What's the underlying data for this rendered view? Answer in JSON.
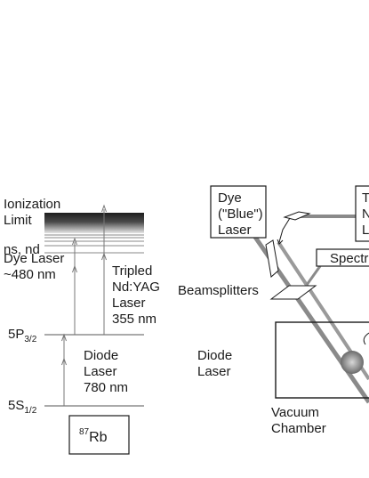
{
  "energy_diagram": {
    "ionization_limit": [
      "Ionization",
      "Limit"
    ],
    "rydberg_label": "ns, nd",
    "dye_laser_label": [
      "Dye Laser",
      "~480 nm"
    ],
    "tripled_yag_label": [
      "Tripled",
      "Nd:YAG",
      "Laser",
      "355 nm"
    ],
    "level_5p": {
      "base": "5P",
      "sub": "3/2"
    },
    "diode_laser_label": [
      "Diode",
      "Laser",
      "780 nm"
    ],
    "level_5s": {
      "base": "5S",
      "sub": "1/2"
    },
    "atom_box": {
      "sup": "87",
      "base": "Rb"
    }
  },
  "apparatus": {
    "dye_blue_laser": [
      "Dye",
      "(\"Blue\")",
      "Laser"
    ],
    "tripled_laser_partial": [
      "T",
      "N",
      "L"
    ],
    "spectrometer_partial": "Spectr",
    "beamsplitters": "Beamsplitters",
    "diode_laser": [
      "Diode",
      "Laser"
    ],
    "vacuum_chamber": [
      "Vacuum",
      "Chamber"
    ]
  },
  "colors": {
    "ink": "#1a1a1a",
    "beam_gray": "#8a8a8a",
    "limit_dark": "#1e1e1e"
  }
}
